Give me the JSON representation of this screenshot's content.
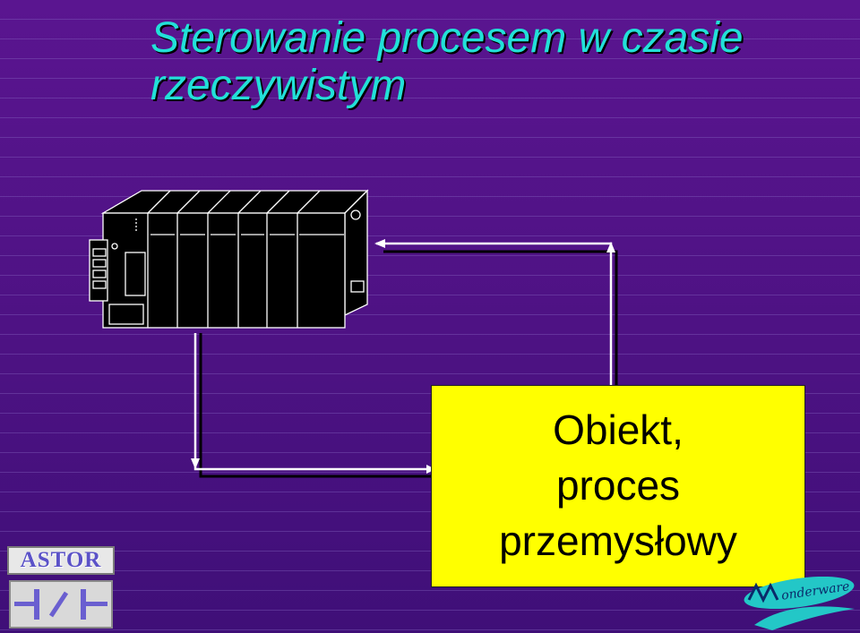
{
  "slide": {
    "title_lines": [
      "Sterowanie procesem w czasie",
      "rzeczywistym"
    ],
    "object_lines": [
      "Obiekt,",
      "proces",
      "przemysłowy"
    ]
  },
  "logos": {
    "astor": "ASTOR",
    "wonderware": "Wonderware"
  },
  "colors": {
    "background": "#5a1590",
    "title": "#22e0d8",
    "object_box": "#ffff00",
    "line_white": "#ffffff",
    "line_black": "#000000"
  },
  "icons": [
    "plc-rack-icon",
    "astor-contact-symbol-icon",
    "wonderware-logo-icon"
  ]
}
